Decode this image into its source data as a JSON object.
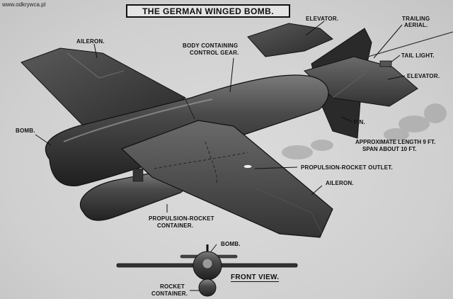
{
  "watermark": "www.odkrywca.pl",
  "title": "THE GERMAN WINGED BOMB.",
  "labels": {
    "elevator_top": "ELEVATOR.",
    "trailing_aerial_1": "TRAILING",
    "trailing_aerial_2": "AERIAL.",
    "aileron_left": "AILERON.",
    "body_1": "BODY CONTAINING",
    "body_2": "CONTROL GEAR.",
    "tail_light": "TAIL LIGHT.",
    "elevator_right": "ELEVATOR.",
    "bomb": "BOMB.",
    "fin": "FIN.",
    "length": "APPROXIMATE LENGTH 9 FT.",
    "span": "SPAN ABOUT 10 FT.",
    "propulsion_outlet": "PROPULSION-ROCKET OUTLET.",
    "aileron_right": "AILERON.",
    "container_1": "PROPULSION-ROCKET",
    "container_2": "CONTAINER.",
    "front_bomb": "BOMB.",
    "front_view": "FRONT VIEW.",
    "rocket_container_1": "ROCKET",
    "rocket_container_2": "CONTAINER."
  },
  "colors": {
    "ink": "#111111",
    "body_dark": "#2e2e2e",
    "body_mid": "#4a4a4a",
    "body_light": "#8a8a8a",
    "background": "#d6d6d6"
  }
}
